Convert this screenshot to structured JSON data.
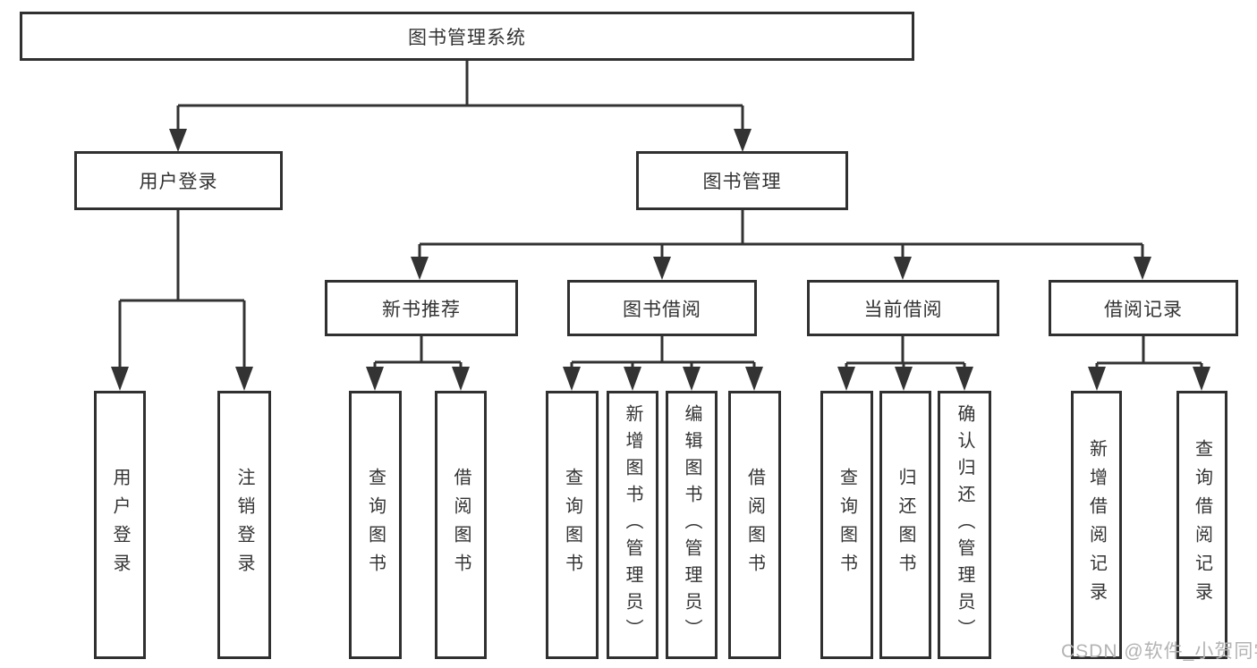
{
  "diagram": {
    "title": "图书管理系统",
    "type": "hierarchy-tree",
    "nodes": {
      "root": {
        "label": "图书管理系统",
        "level": 1
      },
      "user_login": {
        "label": "用户登录",
        "level": 2
      },
      "book_mgmt": {
        "label": "图书管理",
        "level": 2
      },
      "new_book_rec": {
        "label": "新书推荐",
        "level": 3
      },
      "book_borrow": {
        "label": "图书借阅",
        "level": 3
      },
      "current_borrow": {
        "label": "当前借阅",
        "level": 3
      },
      "borrow_records": {
        "label": "借阅记录",
        "level": 3
      },
      "leaf_user_login": {
        "label": "用户登录",
        "level": 4
      },
      "leaf_logout": {
        "label": "注销登录",
        "level": 4
      },
      "rec_query": {
        "label": "查询图书",
        "level": 4
      },
      "rec_borrow": {
        "label": "借阅图书",
        "level": 4
      },
      "bor_query": {
        "label": "查询图书",
        "level": 4
      },
      "bor_add": {
        "label": "新增图书（管理员）",
        "level": 4
      },
      "bor_edit": {
        "label": "编辑图书（管理员）",
        "level": 4
      },
      "bor_lend": {
        "label": "借阅图书",
        "level": 4
      },
      "cur_query": {
        "label": "查询图书",
        "level": 4
      },
      "cur_return": {
        "label": "归还图书",
        "level": 4
      },
      "cur_confirm": {
        "label": "确认归还（管理员）",
        "level": 4
      },
      "recs_add": {
        "label": "新增借阅记录",
        "level": 4
      },
      "recs_query": {
        "label": "查询借阅记录",
        "level": 4
      }
    },
    "hierarchy": {
      "图书管理系统": {
        "用户登录": [
          "用户登录",
          "注销登录"
        ],
        "图书管理": {
          "新书推荐": [
            "查询图书",
            "借阅图书"
          ],
          "图书借阅": [
            "查询图书",
            "新增图书（管理员）",
            "编辑图书（管理员）",
            "借阅图书"
          ],
          "当前借阅": [
            "查询图书",
            "归还图书",
            "确认归还（管理员）"
          ],
          "借阅记录": [
            "新增借阅记录",
            "查询借阅记录"
          ]
        }
      }
    },
    "watermark": "CSDN @软件_小贺同学",
    "colors": {
      "line": "#333333",
      "box_border": "#303030",
      "text": "#333333",
      "watermark": "#b3b3b3",
      "background": "#ffffff"
    }
  }
}
